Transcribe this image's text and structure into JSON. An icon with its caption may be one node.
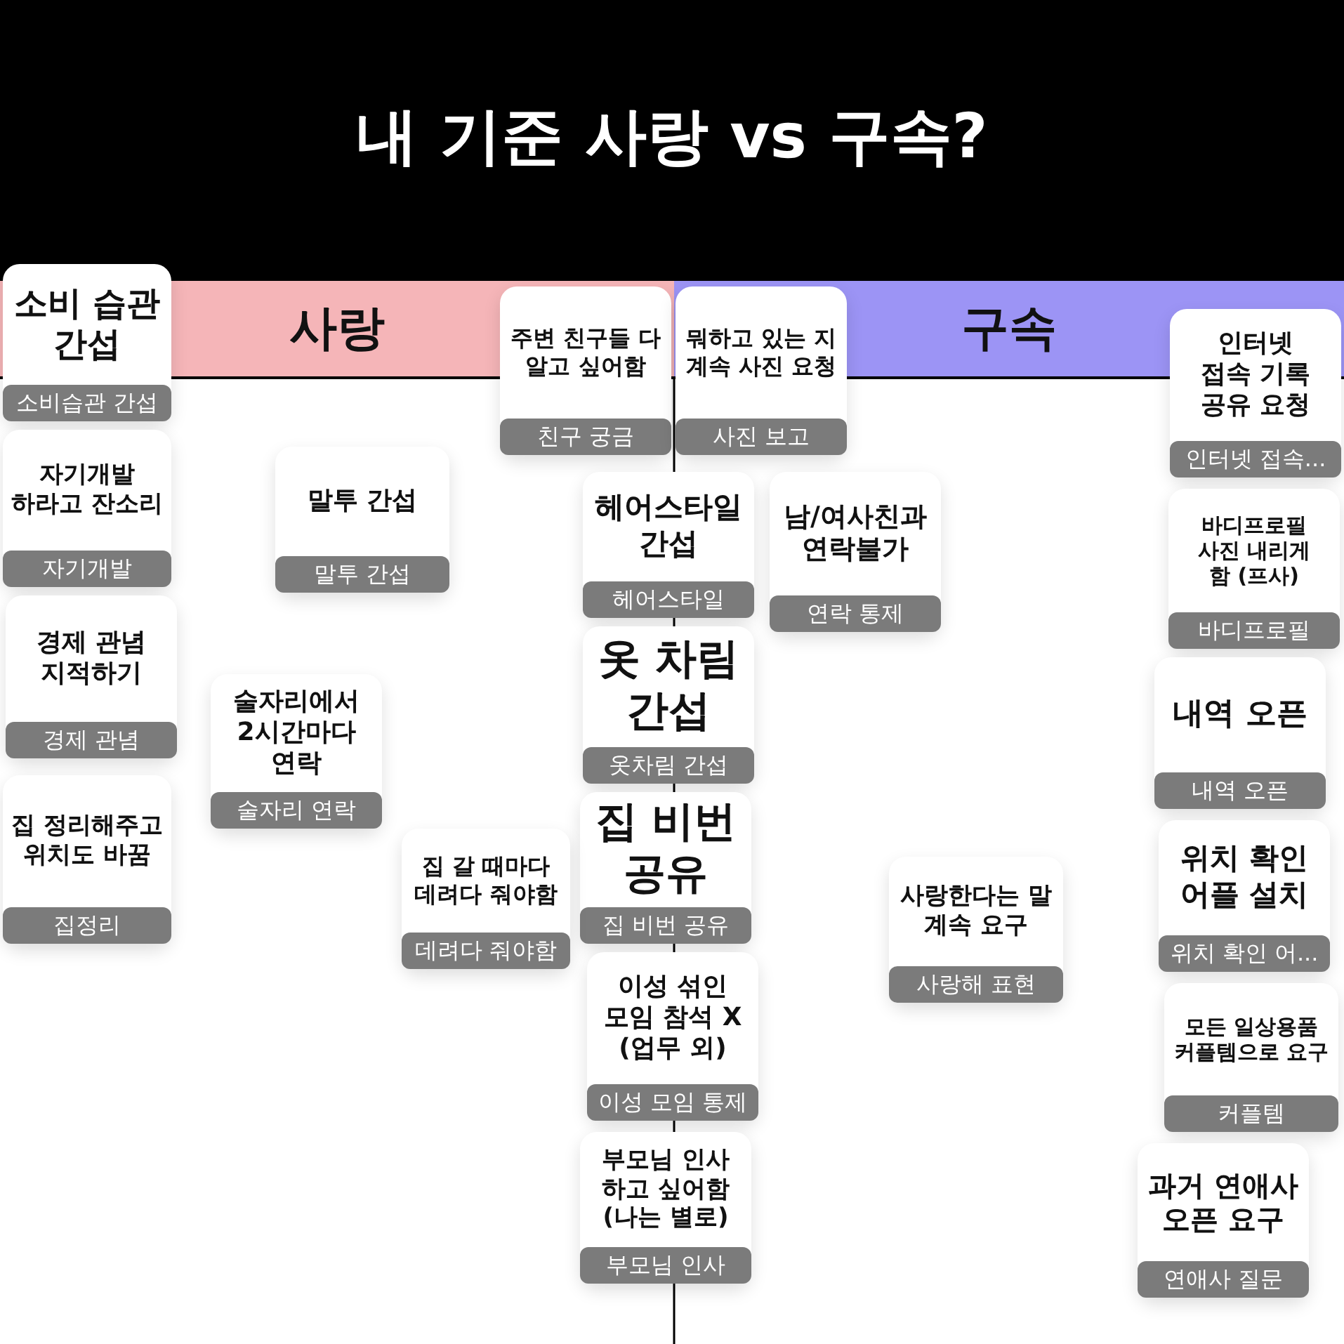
{
  "diagram": {
    "title": "내 기준 사랑 vs 구속?",
    "nodes": [
      {
        "text": [
          "사랑"
        ]
      },
      {
        "text": [
          "구속"
        ]
      },
      {
        "text": [
          "소비 습관 간섭"
        ]
      },
      {
        "text": [
          "소비습관 간섭"
        ],
        "in": 2
      },
      {
        "text": [
          "주변 친구들 다 알고 싶어함"
        ]
      },
      {
        "text": [
          "친구 궁금"
        ],
        "in": 4
      },
      {
        "text": [
          "뭐하고 있는 지 계속 사진 요청"
        ]
      },
      {
        "text": [
          "사진 보고"
        ],
        "in": 6
      },
      {
        "text": [
          "인터넷 접속 기록 공유 요청"
        ]
      },
      {
        "text": [
          "인터넷 접속..."
        ],
        "in": 8
      },
      {
        "text": [
          "자기개발 하라고 잔소리"
        ]
      },
      {
        "text": [
          "자기개발"
        ],
        "in": 10
      },
      {
        "text": [
          "말투 간섭"
        ]
      },
      {
        "text": [
          "말투 간섭"
        ],
        "in": 12
      },
      {
        "text": [
          "남/여사친과 연락불가"
        ]
      },
      {
        "text": [
          "연락 통제"
        ],
        "in": 14
      },
      {
        "text": [
          "헤어스타일 간섭"
        ]
      },
      {
        "text": [
          "헤어스타일"
        ],
        "in": 16
      },
      {
        "text": [
          "바디프로필 사진 내리게 함 (프사)"
        ]
      },
      {
        "text": [
          "바디프로필"
        ],
        "in": 18
      },
      {
        "text": [
          "경제 관념 지적하기"
        ]
      },
      {
        "text": [
          "경제 관념"
        ],
        "in": 20
      },
      {
        "text": [
          "옷 차림 간섭"
        ]
      },
      {
        "text": [
          "옷차림 간섭"
        ],
        "in": 22
      },
      {
        "text": [
          "내역 오픈"
        ]
      },
      {
        "text": [
          "내역 오픈"
        ],
        "in": 24
      },
      {
        "text": [
          "술자리에서 2시간마다 연락"
        ]
      },
      {
        "text": [
          "술자리 연락"
        ],
        "in": 26
      },
      {
        "text": [
          "집 비번 공유"
        ]
      },
      {
        "text": [
          "집 비번 공유"
        ],
        "in": 28
      },
      {
        "text": [
          "집 정리해주고 위치도 바꿈"
        ]
      },
      {
        "text": [
          "집정리"
        ],
        "in": 30
      },
      {
        "text": [
          "집 갈 때마다 데려다 줘야함"
        ]
      },
      {
        "text": [
          "데려다 줘야함"
        ],
        "in": 32
      },
      {
        "text": [
          "위치 확인 어플 설치"
        ]
      },
      {
        "text": [
          "위치 확인 어..."
        ],
        "in": 34
      },
      {
        "text": [
          "사랑한다는 말 계속 요구"
        ]
      },
      {
        "text": [
          "사랑해 표현"
        ],
        "in": 36
      },
      {
        "text": [
          "이성 섞인 모임 참석 X (업무 외)"
        ]
      },
      {
        "text": [
          "이성 모임 통제"
        ],
        "in": 38
      },
      {
        "text": [
          "모든 일상용품 커플템으로 요구"
        ]
      },
      {
        "text": [
          "커플템"
        ],
        "in": 40
      },
      {
        "text": [
          "부모님 인사 하고 싶어함 (나는 별로)"
        ]
      },
      {
        "text": [
          "부모님 인사"
        ],
        "in": 42
      },
      {
        "text": [
          "과거 연애사 오픈 요구"
        ]
      },
      {
        "text": [
          "연애사 질문"
        ],
        "in": 44
      }
    ]
  }
}
